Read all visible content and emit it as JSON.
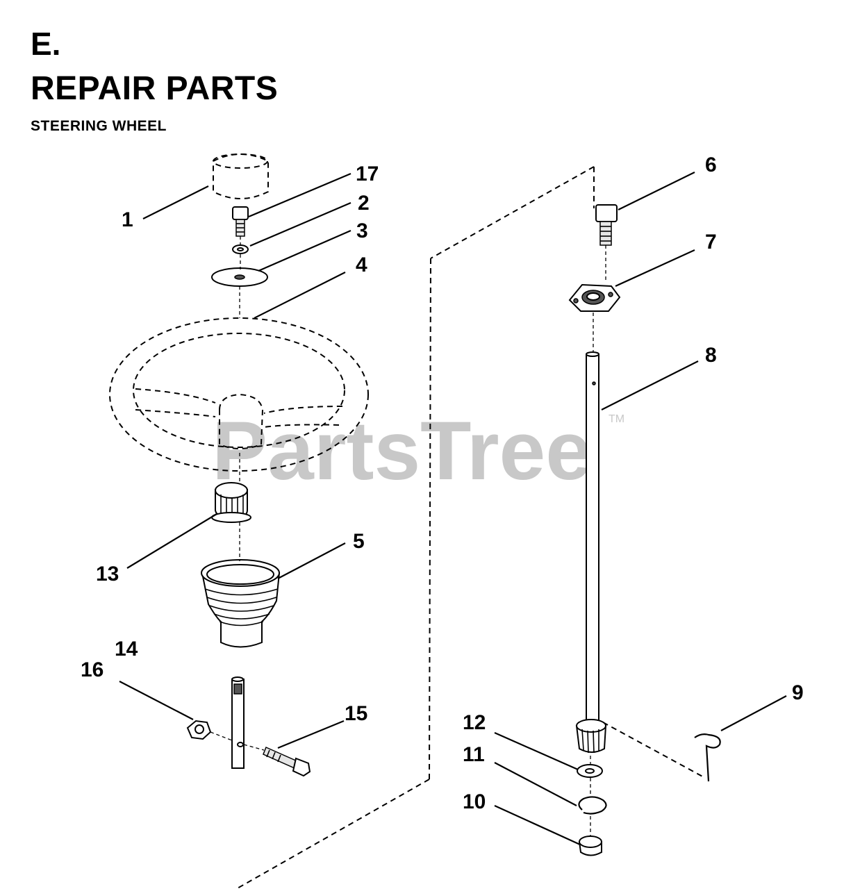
{
  "header": {
    "section": "E.",
    "title": "REPAIR PARTS",
    "subtitle": "STEERING WHEEL"
  },
  "watermark": {
    "text": "PartsTree",
    "trademark": "TM"
  },
  "callouts": {
    "c1": "1",
    "c2": "2",
    "c3": "3",
    "c4": "4",
    "c5": "5",
    "c6": "6",
    "c7": "7",
    "c8": "8",
    "c9": "9",
    "c10": "10",
    "c11": "11",
    "c12": "12",
    "c13": "13",
    "c14": "14",
    "c15": "15",
    "c16": "16",
    "c17": "17"
  }
}
